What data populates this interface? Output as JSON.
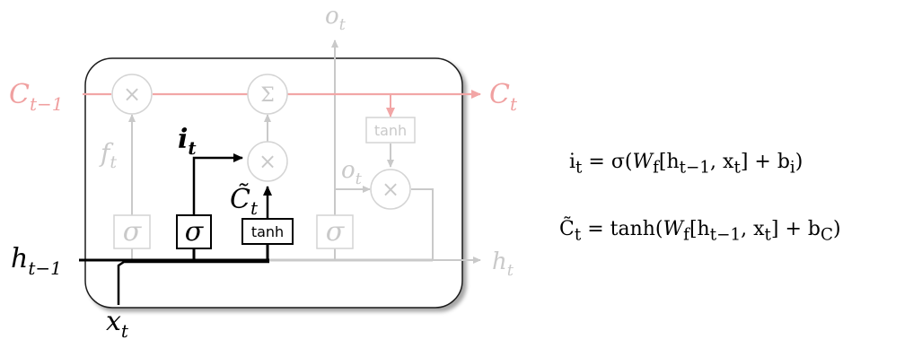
{
  "colors": {
    "faded": "#c9c9c9",
    "faded_fill": "#e4e4e4",
    "cell_pink": "#f2a6a6",
    "cell_pink_text": "#f0a0a0",
    "active": "#000000",
    "cell_border": "#1a1a1a"
  },
  "cell_state": {
    "input_label": "C",
    "input_sub": "t−1",
    "output_label": "C",
    "output_sub": "t"
  },
  "forget_gate": {
    "label": "f",
    "sub": "t"
  },
  "input_gate": {
    "label": "i",
    "sub": "t"
  },
  "candidate": {
    "label": "C̃",
    "sub": "t"
  },
  "output_gate": {
    "label": "o",
    "sub": "t"
  },
  "top_output": {
    "label": "o",
    "sub": "t"
  },
  "hidden_in": {
    "label": "h",
    "sub": "t−1"
  },
  "hidden_out": {
    "label": "h",
    "sub": "t"
  },
  "input_x": {
    "label": "x",
    "sub": "t"
  },
  "symbols": {
    "sigma": "σ",
    "times": "×",
    "sum": "Σ",
    "tanh": "tanh"
  },
  "equations": {
    "input_gate": {
      "lhs": "i",
      "lhs_sub": "t",
      "mid": " = σ(",
      "w": "W",
      "w_sub": "f",
      "bracket_open": "[h",
      "h_sub": "t−1",
      "comma_x": ", x",
      "x_sub": "t",
      "bracket_close": "] + b",
      "b_sub": "i",
      "end": ")"
    },
    "candidate": {
      "lhs": "C̃",
      "lhs_sub": "t",
      "mid": " = tanh(",
      "w": "W",
      "w_sub": "f",
      "bracket_open": "[h",
      "h_sub": "t−1",
      "comma_x": ", x",
      "x_sub": "t",
      "bracket_close": "] + b",
      "b_sub": "C",
      "end": ")"
    }
  }
}
